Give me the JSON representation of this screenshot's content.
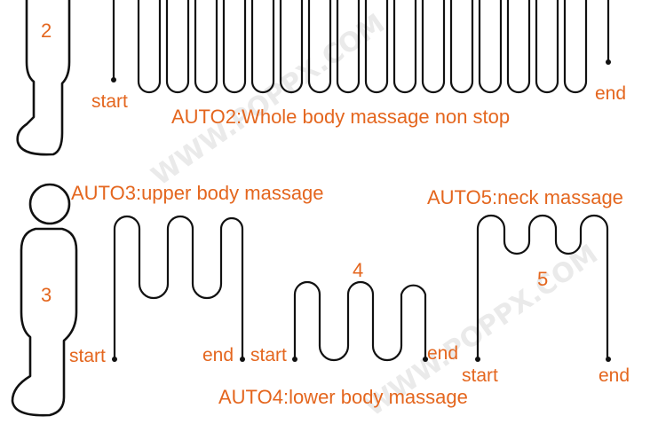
{
  "panel_top": {
    "number": "2",
    "start_label": "start",
    "end_label": "end",
    "caption": "AUTO2:Whole body massage non stop"
  },
  "panel_auto3": {
    "number": "3",
    "title": "AUTO3:upper body massage",
    "start_label": "start",
    "end_label": "end"
  },
  "panel_auto4": {
    "number": "4",
    "start_label": "start",
    "end_label": "end",
    "caption": "AUTO4:lower body massage"
  },
  "panel_auto5": {
    "number": "5",
    "title": "AUTO5:neck massage",
    "start_label": "start",
    "end_label": "end"
  },
  "colors": {
    "label": "#e4661e",
    "line": "#111111"
  }
}
